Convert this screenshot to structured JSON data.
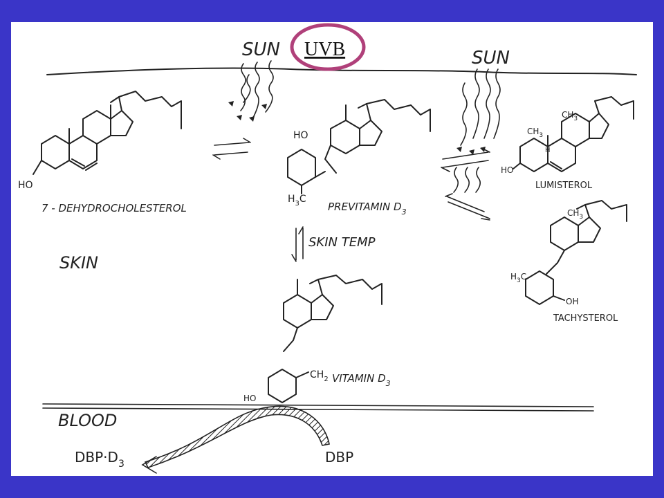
{
  "labels": {
    "sun_left": "SUN",
    "uvb": "UVB",
    "sun_right": "SUN",
    "dehydro": "7 - DEHYDROCHOLESTEROL",
    "previtamin": "PREVITAMIN D",
    "previtamin_sub": "3",
    "skin_temp": "SKIN TEMP",
    "skin": "SKIN",
    "vitamin": "VITAMIN D",
    "vitamin_sub": "3",
    "lumisterol": "LUMISTEROL",
    "tachysterol": "TACHYSTEROL",
    "blood": "BLOOD",
    "dbp_d3": "DBP·D",
    "dbp_d3_sub": "3",
    "dbp": "DBP",
    "ho_1": "HO",
    "ho_2": "HO",
    "ho_3": "HO",
    "ho_4": "HO",
    "ch2": "CH",
    "ch2_sub": "2",
    "h3c_1": "H",
    "h3c_1_sub": "3",
    "h3c_1_c": "C",
    "h3c_2": "H",
    "h3c_2_sub": "3",
    "h3c_2_c": "C",
    "ch3_1": "CH",
    "ch3_1_sub": "3",
    "ch3_2": "CH",
    "ch3_2_sub": "3",
    "ch3_3": "CH",
    "ch3_3_sub": "3",
    "oh_tachy": "OH",
    "h_lumi": "H"
  },
  "colors": {
    "background": "#3a35c8",
    "panel": "#ffffff",
    "uvb_circle": "#b0407a"
  }
}
